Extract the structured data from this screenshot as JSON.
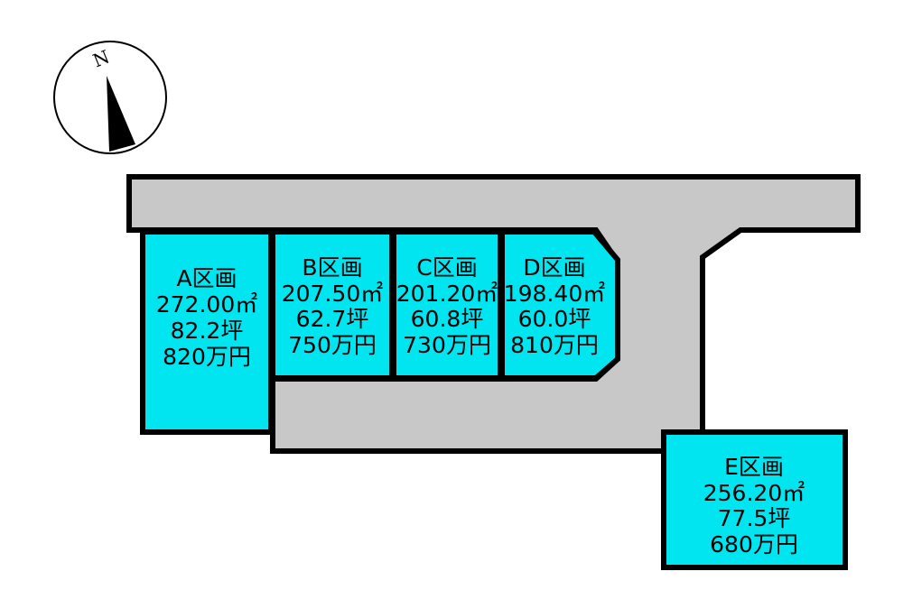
{
  "compass": {
    "label": "N",
    "icon": "north-arrow-icon"
  },
  "colors": {
    "lot": "#00e5f0",
    "road": "#c8c8c8",
    "outline": "#000000"
  },
  "lots": [
    {
      "id": "a",
      "name": "A区画",
      "area": "272.00㎡",
      "tsubo": "82.2坪",
      "price": "820万円"
    },
    {
      "id": "b",
      "name": "B区画",
      "area": "207.50㎡",
      "tsubo": "62.7坪",
      "price": "750万円"
    },
    {
      "id": "c",
      "name": "C区画",
      "area": "201.20㎡",
      "tsubo": "60.8坪",
      "price": "730万円"
    },
    {
      "id": "d",
      "name": "D区画",
      "area": "198.40㎡",
      "tsubo": "60.0坪",
      "price": "810万円"
    },
    {
      "id": "e",
      "name": "E区画",
      "area": "256.20㎡",
      "tsubo": "77.5坪",
      "price": "680万円"
    }
  ]
}
